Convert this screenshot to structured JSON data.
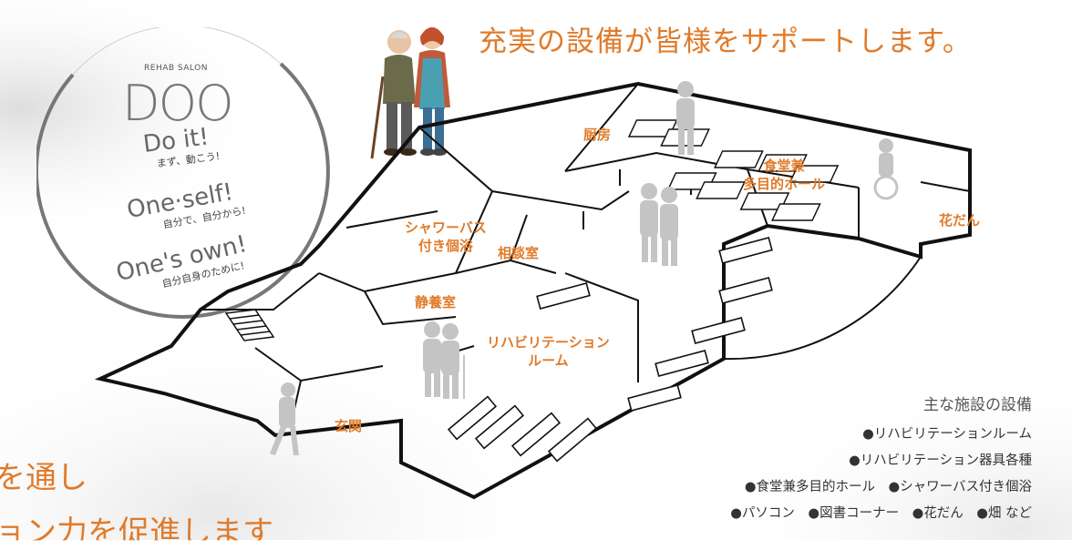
{
  "headline": "充実の設備が皆様をサポートします。",
  "logo": {
    "small_text": "REHAB SALON",
    "brand": "DOO",
    "mottos": [
      {
        "en": "Do it!",
        "jp": "まず、動こう!"
      },
      {
        "en": "One·self!",
        "jp": "自分で、自分から!"
      },
      {
        "en": "One's own!",
        "jp": "自分自身のために!"
      }
    ]
  },
  "rooms": {
    "kitchen": "厨房",
    "hall_line1": "食堂兼",
    "hall_line2": "多目的ホール",
    "flower": "花だん",
    "shower_line1": "シャワーバス",
    "shower_line2": "付き個浴",
    "consult": "相談室",
    "rest": "静養室",
    "rehab_line1": "リハビリテーション",
    "rehab_line2": "ルーム",
    "entry": "玄関"
  },
  "facility": {
    "title": "主な施設の設備",
    "lines": [
      "●リハビリテーションルーム",
      "●リハビリテーション器具各種",
      "●食堂兼多目的ホール　●シャワーバス付き個浴",
      "●パソコン　●図書コーナー　●花だん　●畑 など"
    ]
  },
  "bottom_text": {
    "line1": "を通し",
    "line2": "ョン力を促進します"
  },
  "colors": {
    "accent": "#e07b2a",
    "plan_line": "#111111",
    "silhouette": "#c4c4c4"
  }
}
